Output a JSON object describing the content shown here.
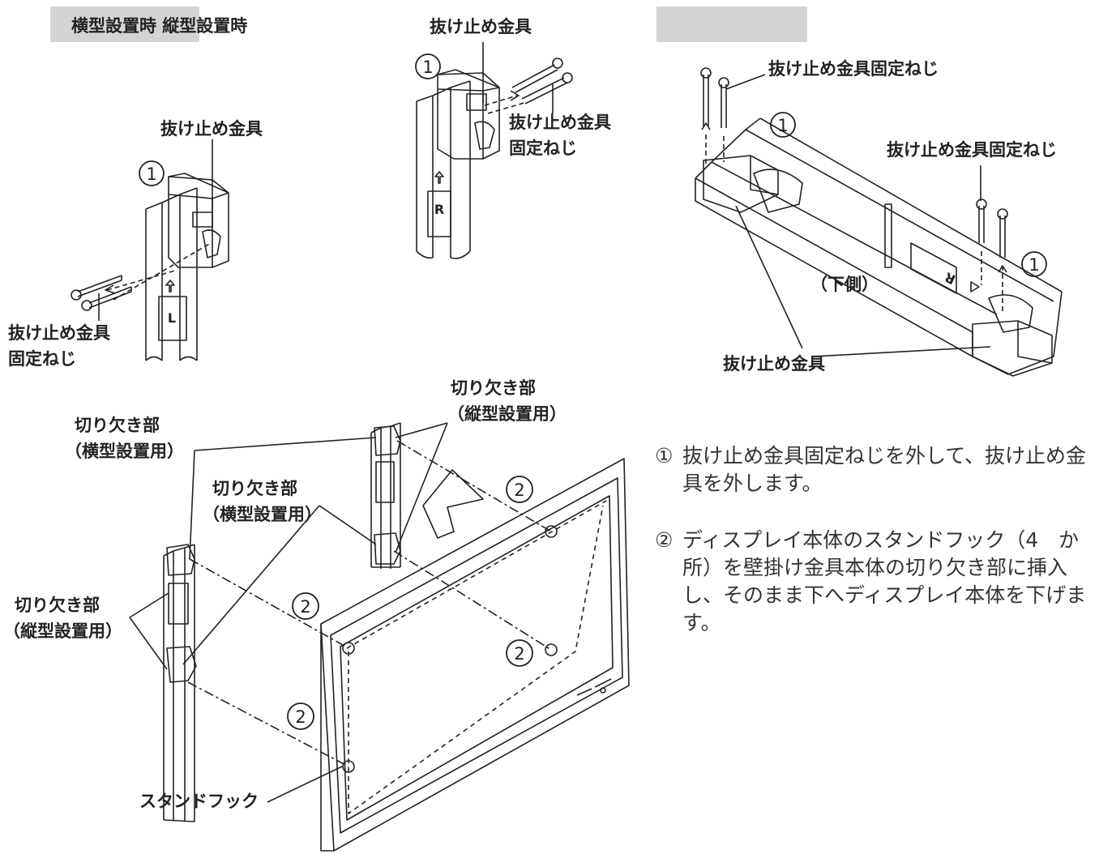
{
  "header": {
    "left_title": "横型設置時 縦型設置時",
    "right_title": ""
  },
  "labels": {
    "stopper_top_left": "抜け止め金具",
    "screw_left_line1": "抜け止め金具",
    "screw_left_line2": "固定ねじ",
    "stopper_top_center": "抜け止め金具",
    "screw_center_line1": "抜け止め金具",
    "screw_center_line2": "固定ねじ",
    "screw_right_top": "抜け止め金具固定ねじ",
    "screw_right_mid": "抜け止め金具固定ねじ",
    "underside": "（下側）",
    "stopper_right_bottom": "抜け止め金具",
    "notch_vertical_top_line1": "切り欠き部",
    "notch_vertical_top_line2": "（縦型設置用）",
    "notch_horizontal_left_line1": "切り欠き部",
    "notch_horizontal_left_line2": "（横型設置用）",
    "notch_horizontal_mid_line1": "切り欠き部",
    "notch_horizontal_mid_line2": "（横型設置用）",
    "notch_vertical_left_line1": "切り欠き部",
    "notch_vertical_left_line2": "（縦型設置用）",
    "stand_hook": "スタンドフック"
  },
  "markers": {
    "one": "1",
    "two": "2",
    "letter_l": "L",
    "letter_r": "R"
  },
  "steps": [
    {
      "num": "①",
      "text": "抜け止め金具固定ねじを外して、抜け止め金具を外します。"
    },
    {
      "num": "②",
      "text": "ディスプレイ本体のスタンドフック（4　か所）を壁掛け金具本体の切り欠き部に挿入し、そのまま下へディスプレイ本体を下げます。"
    }
  ]
}
